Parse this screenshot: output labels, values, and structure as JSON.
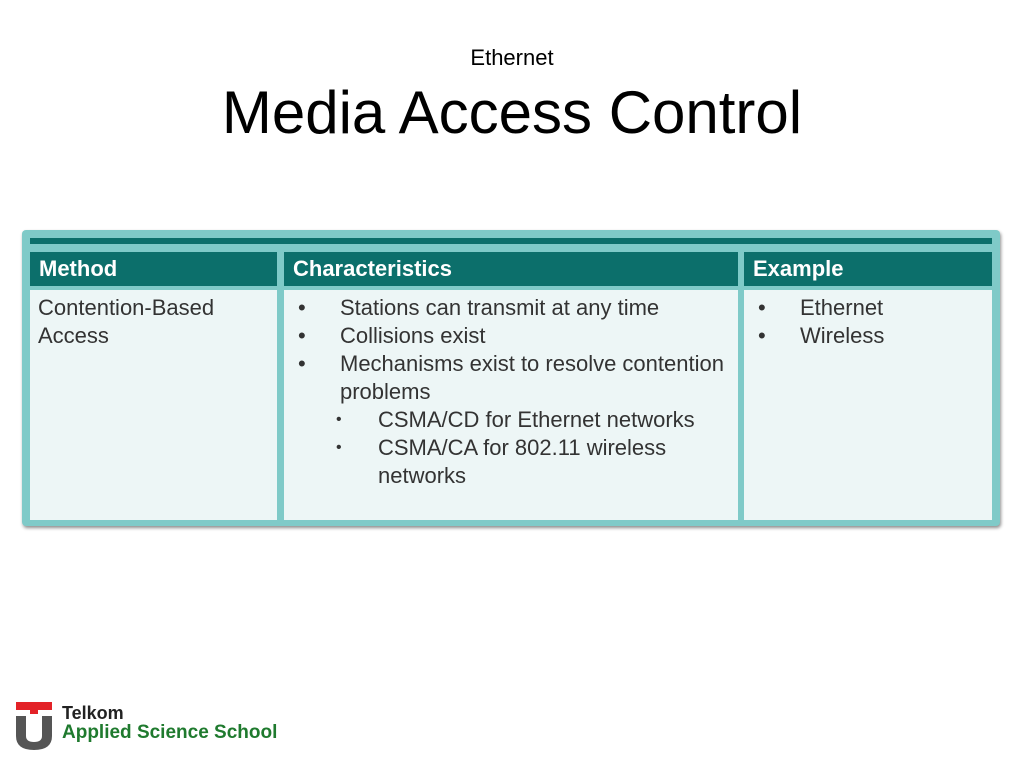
{
  "slide": {
    "subtitle": "Ethernet",
    "title": "Media Access Control"
  },
  "table": {
    "headers": {
      "method": "Method",
      "characteristics": "Characteristics",
      "example": "Example"
    },
    "method": [
      "Contention-Based",
      "Access"
    ],
    "characteristics": [
      {
        "level": 1,
        "text": "Stations can transmit at any time"
      },
      {
        "level": 1,
        "text": "Collisions exist"
      },
      {
        "level": 1,
        "text": "Mechanisms exist to resolve contention problems"
      },
      {
        "level": 2,
        "text": "CSMA/CD for Ethernet networks"
      },
      {
        "level": 2,
        "text": "CSMA/CA for 802.11 wireless networks"
      }
    ],
    "examples": [
      "Ethernet",
      "Wireless"
    ],
    "colors": {
      "header_bg": "#0c6f6b",
      "frame": "#7fcac8",
      "cell_bg": "#edf6f6"
    }
  },
  "logo": {
    "line1": "Telkom",
    "line2": "Applied Science School",
    "icon": "telkom-logo-icon",
    "colors": {
      "red": "#e32227",
      "gray": "#555555",
      "green": "#1f7a2e"
    }
  }
}
